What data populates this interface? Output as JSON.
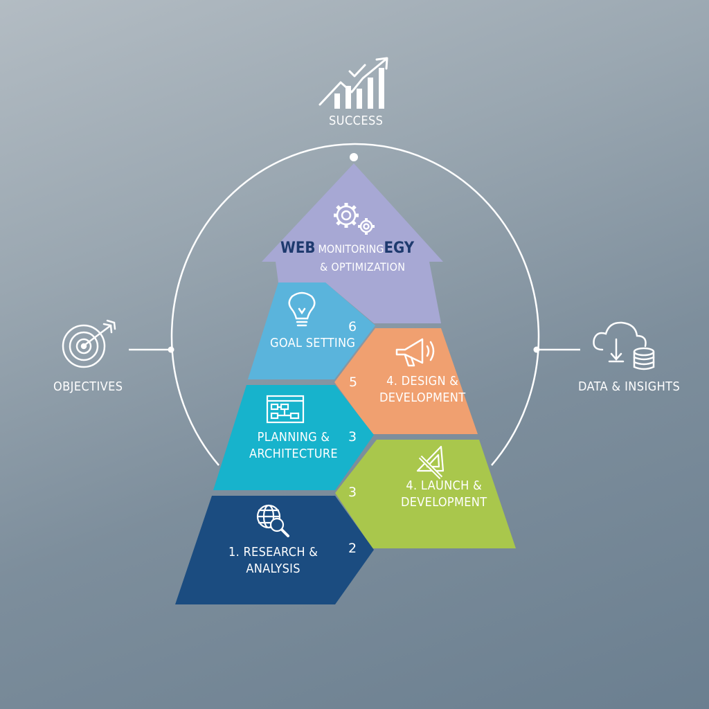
{
  "top": {
    "label": "SUCCESS",
    "icon": "growth-chart-icon"
  },
  "left": {
    "label": "OBJECTIVES",
    "icon": "target-arrow-icon"
  },
  "right": {
    "label": "DATA & INSIGHTS",
    "icon": "cloud-database-icon"
  },
  "arrow_top": {
    "title_left": "WEB",
    "title_mid": "MONITORING",
    "title_right": "EGY",
    "subtitle": "& OPTIMIZATION",
    "icon": "gears-icon"
  },
  "steps": [
    {
      "id": "goal",
      "label_lines": [
        "GOAL SETTING"
      ],
      "number": "6",
      "icon": "lightbulb-icon",
      "color": "#5ab4dc"
    },
    {
      "id": "design",
      "label_lines": [
        "4. DESIGN &",
        "DEVELOPMENT"
      ],
      "number": "5",
      "icon": "megaphone-icon",
      "color": "#f0a070"
    },
    {
      "id": "planning",
      "label_lines": [
        "PLANNING &",
        "ARCHITECTURE"
      ],
      "number": "3",
      "icon": "wireframe-icon",
      "color": "#17b3cc"
    },
    {
      "id": "launch",
      "label_lines": [
        "4. LAUNCH &",
        "DEVELOPMENT"
      ],
      "number": "3",
      "icon": "ruler-triangle-icon",
      "color": "#a9c74c"
    },
    {
      "id": "research",
      "label_lines": [
        "1. RESEARCH &",
        "ANALYSIS"
      ],
      "number": "2",
      "icon": "globe-search-icon",
      "color": "#1b4c80"
    }
  ],
  "colors": {
    "arrow": "#a7a8d4",
    "line": "#ffffff"
  }
}
